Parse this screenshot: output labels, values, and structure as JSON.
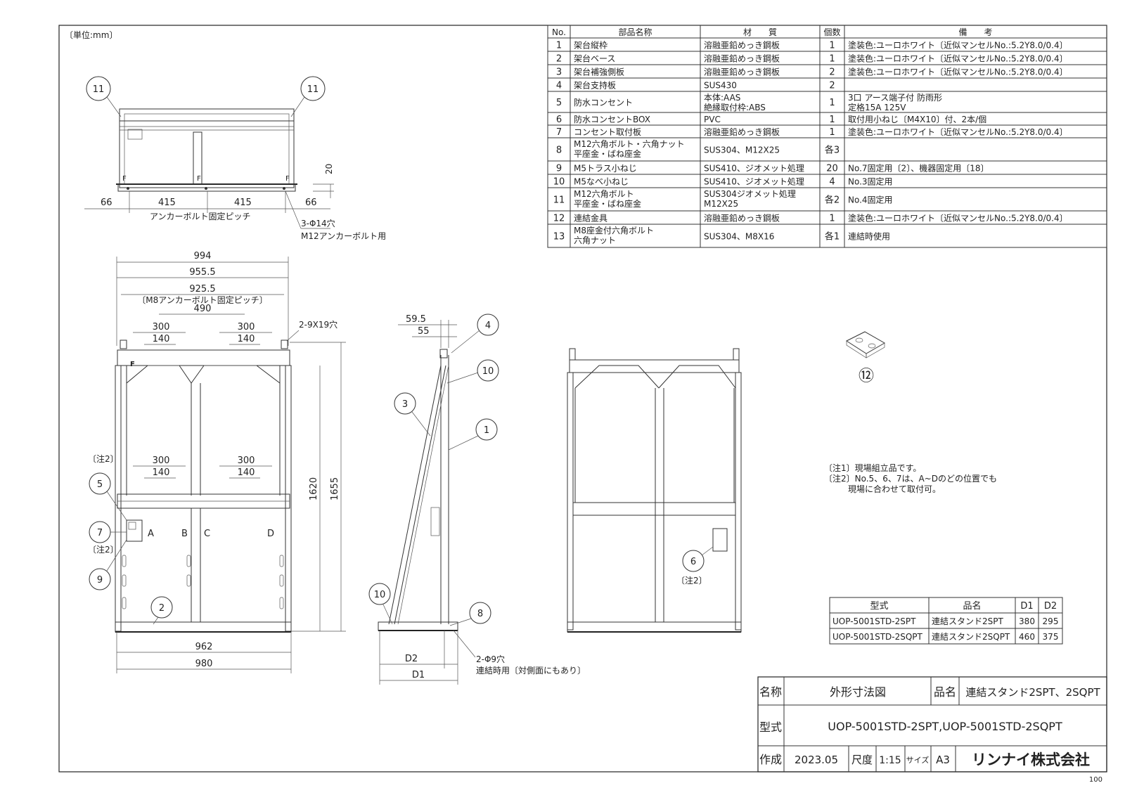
{
  "unit_label": "〔単位:mm〕",
  "parts_table": {
    "headers": [
      "No.",
      "部品名称",
      "材　　質",
      "個数",
      "備　　考"
    ],
    "rows": [
      {
        "no": "1",
        "name": [
          "架台縦枠"
        ],
        "material": [
          "溶融亜鉛めっき鋼板"
        ],
        "qty": "1",
        "note": [
          "塗装色:ユーロホワイト〔近似マンセルNo.:5.2Y8.0/0.4〕"
        ]
      },
      {
        "no": "2",
        "name": [
          "架台ベース"
        ],
        "material": [
          "溶融亜鉛めっき鋼板"
        ],
        "qty": "1",
        "note": [
          "塗装色:ユーロホワイト〔近似マンセルNo.:5.2Y8.0/0.4〕"
        ]
      },
      {
        "no": "3",
        "name": [
          "架台補強側板"
        ],
        "material": [
          "溶融亜鉛めっき鋼板"
        ],
        "qty": "2",
        "note": [
          "塗装色:ユーロホワイト〔近似マンセルNo.:5.2Y8.0/0.4〕"
        ]
      },
      {
        "no": "4",
        "name": [
          "架台支持板"
        ],
        "material": [
          "SUS430"
        ],
        "qty": "2",
        "note": [
          ""
        ]
      },
      {
        "no": "5",
        "name": [
          "防水コンセント"
        ],
        "material": [
          "本体:AAS",
          "絶縁取付枠:ABS"
        ],
        "qty": "1",
        "note": [
          "3口 アース端子付 防雨形",
          "定格15A 125V"
        ]
      },
      {
        "no": "6",
        "name": [
          "防水コンセントBOX"
        ],
        "material": [
          "PVC"
        ],
        "qty": "1",
        "note": [
          "取付用小ねじ〔M4X10〕付、2本/個"
        ]
      },
      {
        "no": "7",
        "name": [
          "コンセント取付板"
        ],
        "material": [
          "溶融亜鉛めっき鋼板"
        ],
        "qty": "1",
        "note": [
          "塗装色:ユーロホワイト〔近似マンセルNo.:5.2Y8.0/0.4〕"
        ]
      },
      {
        "no": "8",
        "name": [
          "M12六角ボルト・六角ナット",
          "平座金・ばね座金"
        ],
        "material": [
          "SUS304、M12X25"
        ],
        "qty": "各3",
        "note": [
          ""
        ]
      },
      {
        "no": "9",
        "name": [
          "M5トラス小ねじ"
        ],
        "material": [
          "SUS410、ジオメット処理"
        ],
        "qty": "20",
        "note": [
          "No.7固定用〔2〕、機器固定用〔18〕"
        ]
      },
      {
        "no": "10",
        "name": [
          "M5なべ小ねじ"
        ],
        "material": [
          "SUS410、ジオメット処理"
        ],
        "qty": "4",
        "note": [
          "No.3固定用"
        ]
      },
      {
        "no": "11",
        "name": [
          "M12六角ボルト",
          "平座金・ばね座金"
        ],
        "material": [
          "SUS304ジオメット処理",
          "M12X25"
        ],
        "qty": "各2",
        "note": [
          "No.4固定用"
        ]
      },
      {
        "no": "12",
        "name": [
          "連結金具"
        ],
        "material": [
          "溶融亜鉛めっき鋼板"
        ],
        "qty": "1",
        "note": [
          "塗装色:ユーロホワイト〔近似マンセルNo.:5.2Y8.0/0.4〕"
        ]
      },
      {
        "no": "13",
        "name": [
          "M8座金付六角ボルト",
          "六角ナット"
        ],
        "material": [
          "SUS304、M8X16"
        ],
        "qty": "各1",
        "note": [
          "連結時使用"
        ]
      }
    ]
  },
  "model_table": {
    "headers": [
      "型式",
      "品名",
      "D1",
      "D2"
    ],
    "rows": [
      [
        "UOP-5001STD-2SPT",
        "連結スタンド2SPT",
        "380",
        "295"
      ],
      [
        "UOP-5001STD-2SQPT",
        "連結スタンド2SQPT",
        "460",
        "375"
      ]
    ]
  },
  "notes": [
    "〔注1〕現場組立品です。",
    "〔注2〕No.5、6、7は、A~Dのどの位置でも",
    "現場に合わせて取付可。"
  ],
  "top_view": {
    "dims": {
      "left": "66",
      "pitch1": "415",
      "pitch2": "415",
      "right": "66",
      "height": "20"
    },
    "pitch_label": "アンカーボルト固定ピッチ",
    "hole_label": "3-Φ14穴",
    "hole_label2": "M12アンカーボルト用",
    "callouts": [
      "11",
      "11"
    ]
  },
  "front_view": {
    "dims": {
      "w994": "994",
      "w955": "955.5",
      "w925": "925.5",
      "pitch_note": "〔M8アンカーボルト固定ピッチ〕",
      "w490": "490",
      "a300": "300",
      "a140": "140",
      "b300": "300",
      "b140": "140",
      "c300": "300",
      "c140": "140",
      "d300": "300",
      "d140": "140",
      "hole": "2-9X19穴",
      "h1620": "1620",
      "h1655": "1655",
      "w962": "962",
      "w980": "980"
    },
    "letters": [
      "A",
      "B",
      "C",
      "D"
    ],
    "letter_f": "F",
    "note2": "〔注2〕",
    "callouts": [
      "5",
      "7",
      "9",
      "2"
    ]
  },
  "side_view": {
    "dims": {
      "d595": "59.5",
      "d55": "55",
      "d2": "D2",
      "d1": "D1"
    },
    "hole": "2-Φ9穴",
    "hole_note": "連結時用〔対側面にもあり〕",
    "callouts": [
      "4",
      "10",
      "3",
      "1",
      "10",
      "8"
    ]
  },
  "back_view": {
    "callout": "6",
    "note2": "〔注2〕"
  },
  "part12_label": "⑫",
  "title_block": {
    "name_label": "名称",
    "name_value": "外形寸法図",
    "product_label": "品名",
    "product_value": "連結スタンド2SPT、2SQPT",
    "model_label": "型式",
    "model_value": "UOP-5001STD-2SPT,UOP-5001STD-2SQPT",
    "made_label": "作成",
    "made_value": "2023.05",
    "scale_label": "尺度",
    "scale_value": "1:15",
    "size_label": "サイズ",
    "size_value": "A3",
    "company": "リンナイ株式会社"
  },
  "page_number": "100"
}
